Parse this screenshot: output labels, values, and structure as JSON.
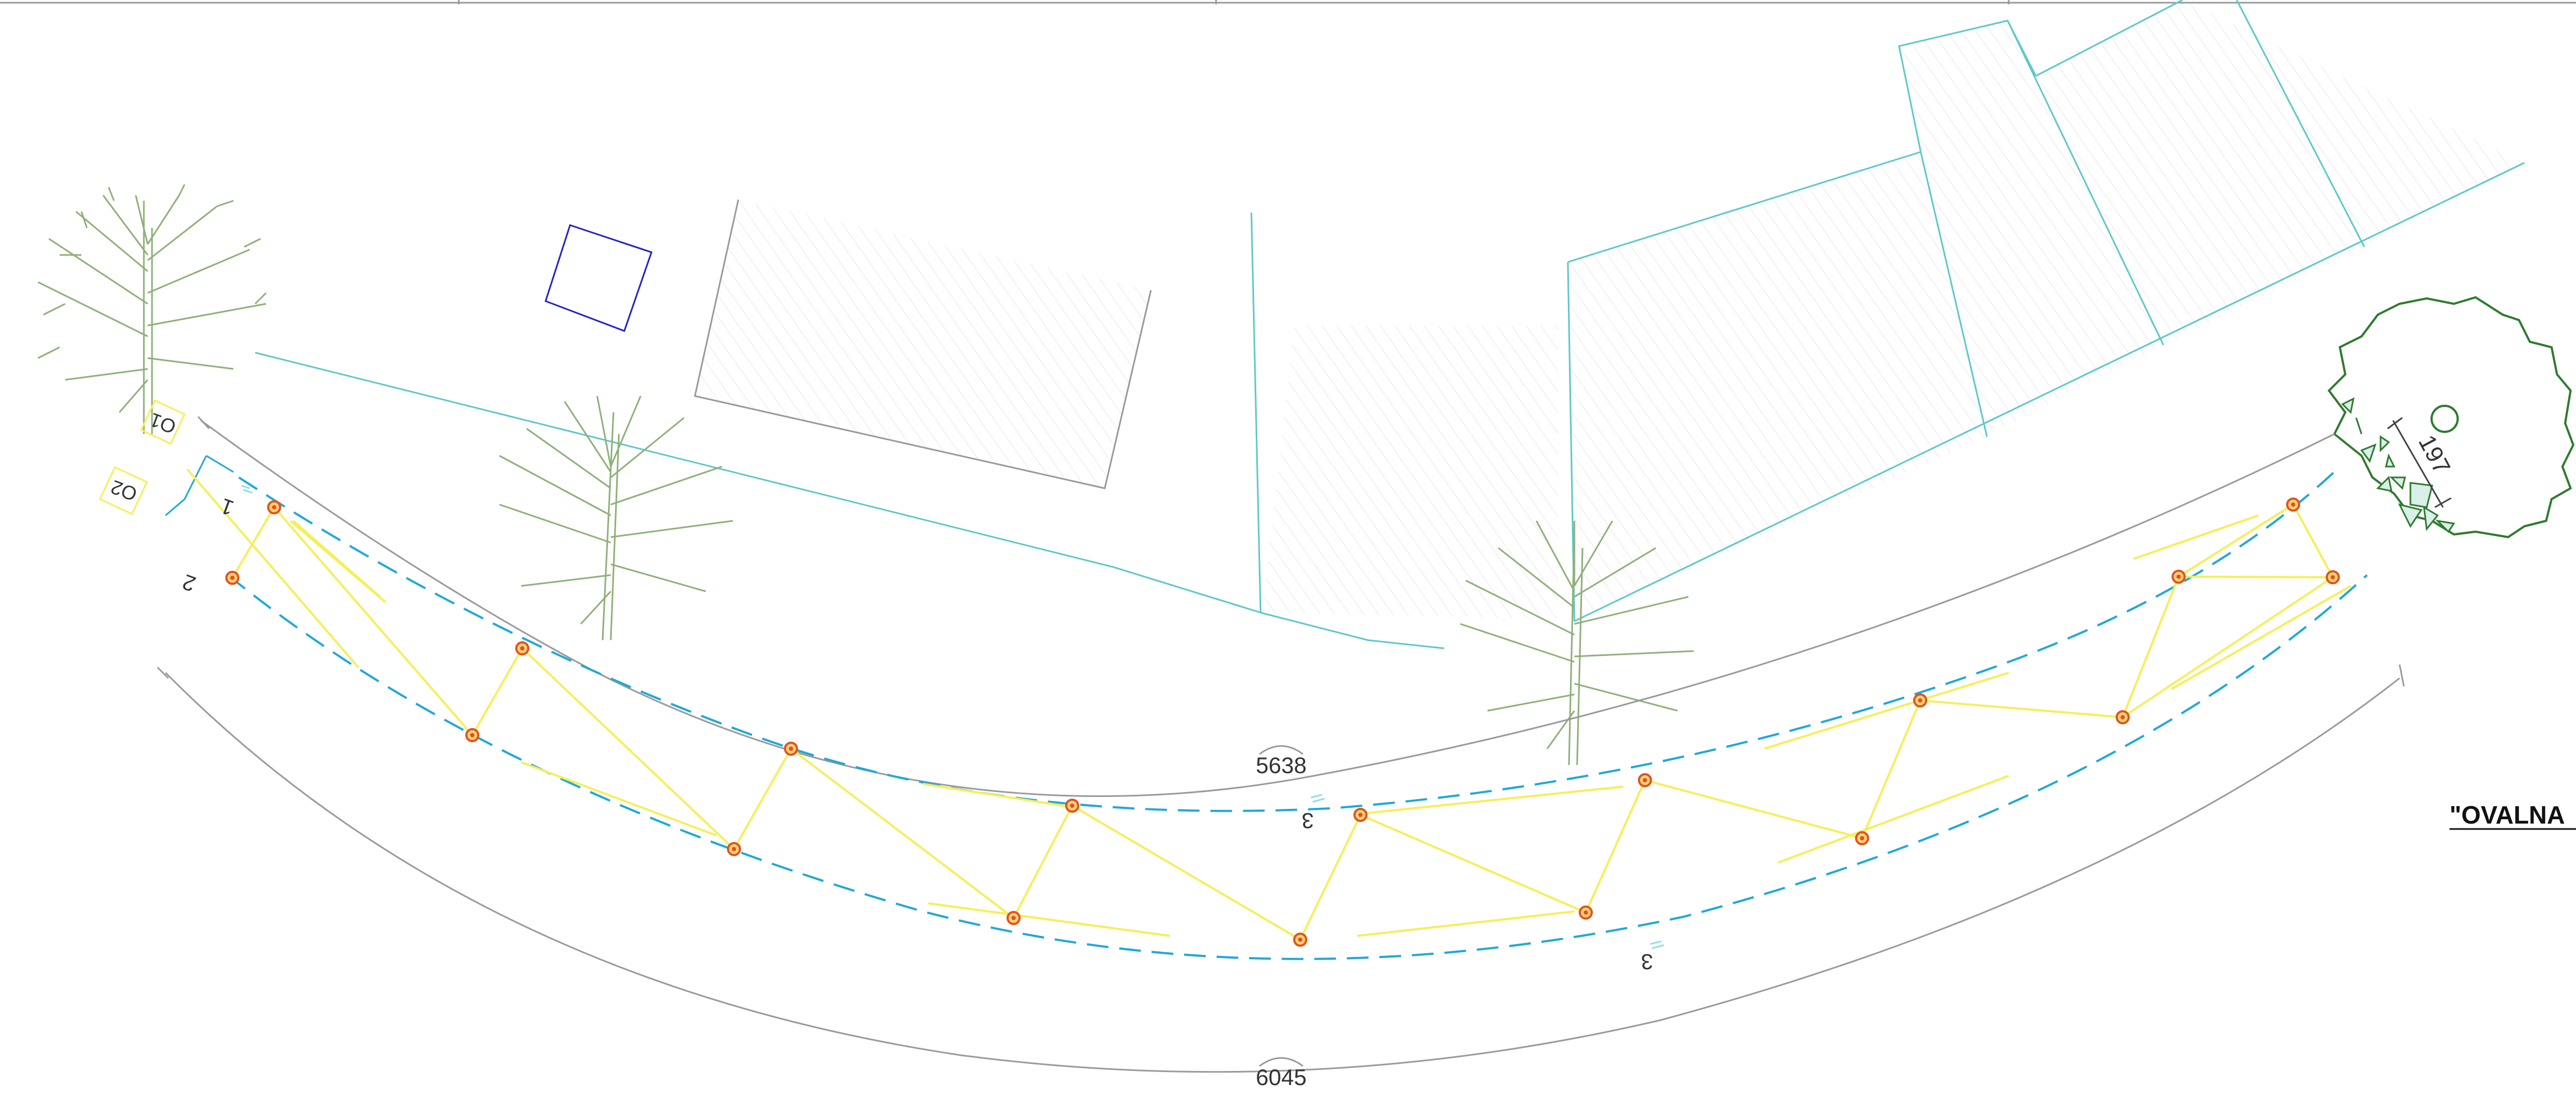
{
  "dimensions": {
    "inner_arc": "5638",
    "outer_arc": "6045",
    "tree_span": "197"
  },
  "point_labels": {
    "p1": "1",
    "p2": "2",
    "p3a": "3",
    "p3b": "3",
    "o1": "O1",
    "o2": "O2"
  },
  "title": "\"OVALNA",
  "colors": {
    "background": "#ffffff",
    "cyan": "#5fc8c8",
    "dashed_blue": "#1fa8d8",
    "yellow": "#f5ef5a",
    "marker": "#e0541c",
    "tree": "#8fb07a",
    "bush": "#2f7a2f",
    "gray": "#8c8c8c",
    "blue_square": "#2323c8"
  }
}
